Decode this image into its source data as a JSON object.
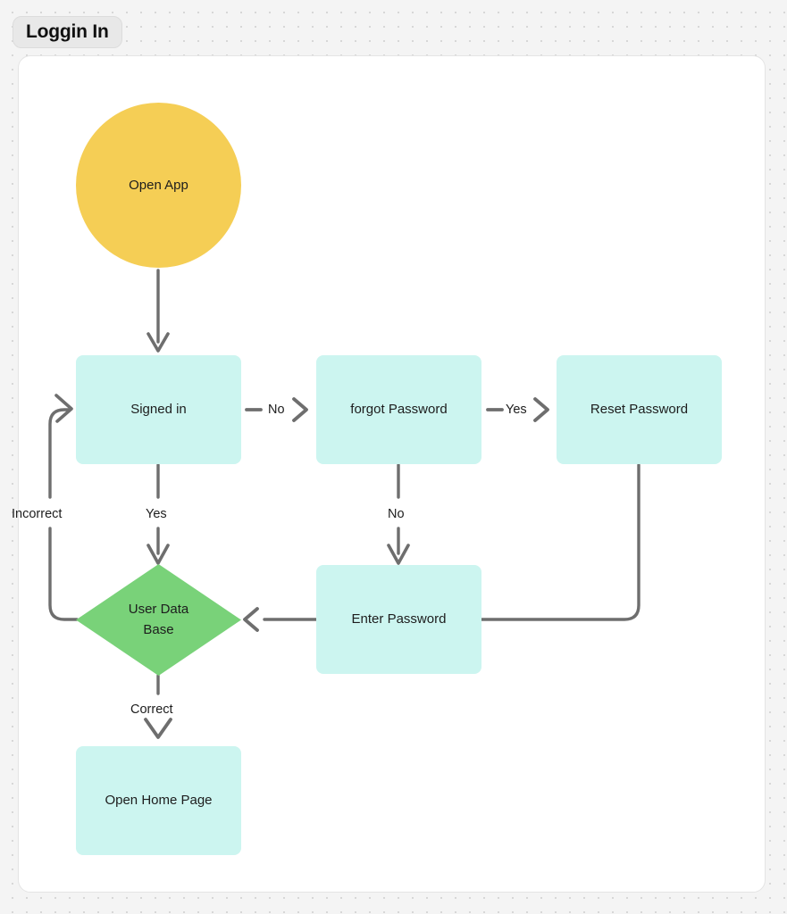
{
  "header": {
    "title": "Loggin In"
  },
  "canvas": {
    "background_color": "#ffffff",
    "border_color": "#e4e4e4",
    "page_background": "#f4f4f4",
    "dot_color": "#d2d2d2"
  },
  "diagram": {
    "type": "flowchart",
    "nodes": [
      {
        "id": "open-app",
        "label": "Open App",
        "shape": "circle",
        "fill": "#F5CE55"
      },
      {
        "id": "signed-in",
        "label": "Signed in",
        "shape": "rect",
        "fill": "#CCF5F0"
      },
      {
        "id": "forgot-password",
        "label": "forgot Password",
        "shape": "rect",
        "fill": "#CCF5F0"
      },
      {
        "id": "reset-password",
        "label": "Reset Password",
        "shape": "rect",
        "fill": "#CCF5F0"
      },
      {
        "id": "user-data-base",
        "label": "User Data Base",
        "label_line1": "User Data",
        "label_line2": "Base",
        "shape": "diamond",
        "fill": "#79D279"
      },
      {
        "id": "enter-password",
        "label": "Enter Password",
        "shape": "rect",
        "fill": "#CCF5F0"
      },
      {
        "id": "open-home-page",
        "label": "Open Home Page",
        "shape": "rect",
        "fill": "#CCF5F0"
      }
    ],
    "edges": [
      {
        "from": "open-app",
        "to": "signed-in",
        "label": ""
      },
      {
        "from": "signed-in",
        "to": "forgot-password",
        "label": "No"
      },
      {
        "from": "forgot-password",
        "to": "reset-password",
        "label": "Yes"
      },
      {
        "from": "signed-in",
        "to": "user-data-base",
        "label": "Yes"
      },
      {
        "from": "forgot-password",
        "to": "enter-password",
        "label": "No"
      },
      {
        "from": "reset-password",
        "to": "user-data-base",
        "label": ""
      },
      {
        "from": "enter-password",
        "to": "user-data-base",
        "label": ""
      },
      {
        "from": "user-data-base",
        "to": "signed-in",
        "label": "Incorrect"
      },
      {
        "from": "user-data-base",
        "to": "open-home-page",
        "label": "Correct"
      }
    ],
    "edge_color": "#6e6e6e"
  }
}
